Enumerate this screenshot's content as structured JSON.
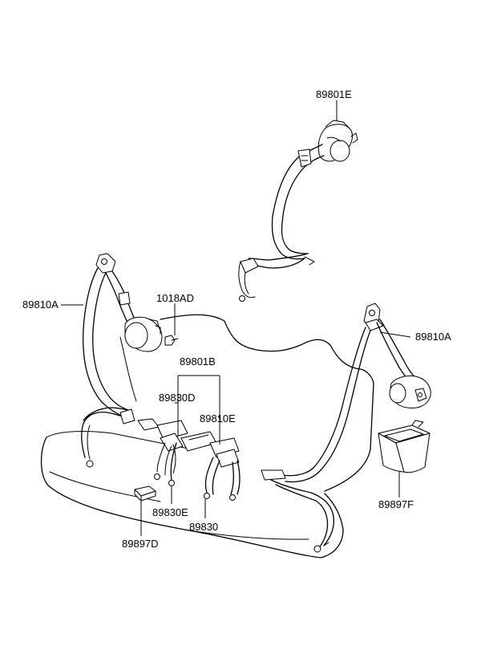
{
  "labels": {
    "p89801E": "89801E",
    "p1018AD": "1018AD",
    "p89810A_left": "89810A",
    "p89810A_right": "89810A",
    "p89801B": "89801B",
    "p89830D": "89830D",
    "p89810E": "89810E",
    "p89830E": "89830E",
    "p89830": "89830",
    "p89897D": "89897D",
    "p89897F": "89897F"
  }
}
